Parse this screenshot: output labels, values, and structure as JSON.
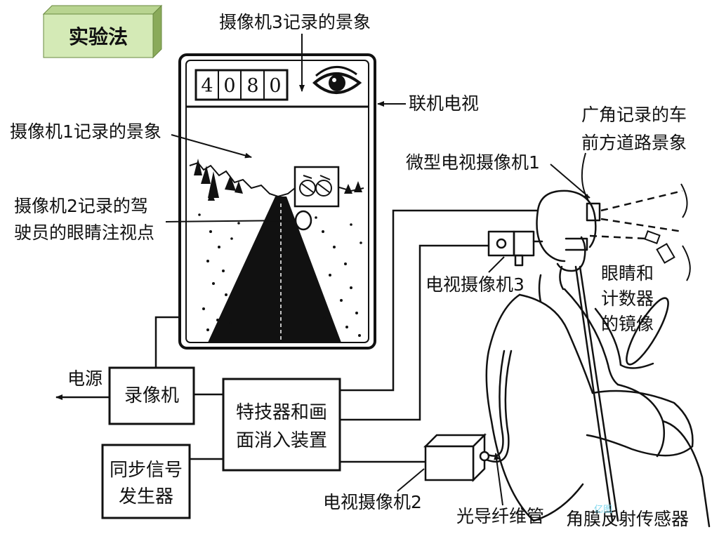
{
  "title": "实验法",
  "labels": {
    "camera3_scene": "摄像机3记录的景象",
    "online_tv": "联机电视",
    "camera1_scene": "摄像机1记录的景象",
    "camera2_gaze_line1": "摄像机2记录的驾",
    "camera2_gaze_line2": "驶员的眼睛注视点",
    "wide_angle_line1": "广角记录的车",
    "wide_angle_line2": "前方道路景象",
    "micro_camera1": "微型电视摄像机1",
    "tv_camera3": "电视摄像机3",
    "eye_mirror_line1": "眼睛和",
    "eye_mirror_line2": "计数器",
    "eye_mirror_line3": "的镜像",
    "power": "电源",
    "tv_camera2": "电视摄像机2",
    "fiber_tube": "光导纤维管",
    "corneal_sensor": "角膜反射传感器",
    "watermark": "亿图"
  },
  "boxes": {
    "recorder": "录像机",
    "effects_line1": "特技器和画",
    "effects_line2": "面消入装置",
    "sync_line1": "同步信号",
    "sync_line2": "发生器"
  },
  "counter_digits": [
    "4",
    "0",
    "8",
    "0"
  ],
  "colors": {
    "title_face": "#d4eab6",
    "title_side": "#8aaa5a",
    "title_top": "#b8d490",
    "line": "#111111",
    "watermark": "#7fd8ee"
  }
}
